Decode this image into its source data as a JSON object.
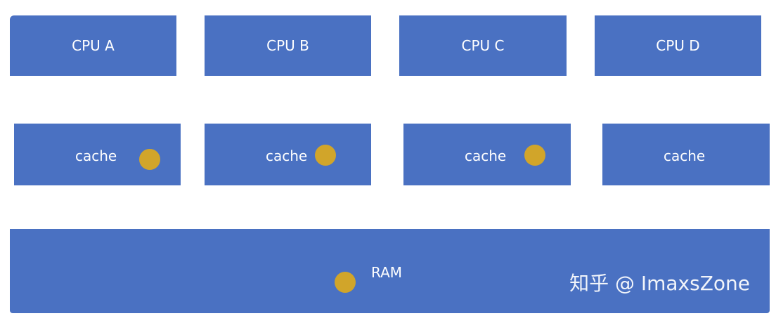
{
  "cpus": [
    {
      "label": "CPU A"
    },
    {
      "label": "CPU B"
    },
    {
      "label": "CPU C"
    },
    {
      "label": "CPU D"
    }
  ],
  "caches": [
    {
      "label": "cache",
      "has_line": true
    },
    {
      "label": "cache",
      "has_line": true
    },
    {
      "label": "cache",
      "has_line": true
    },
    {
      "label": "cache",
      "has_line": false
    }
  ],
  "ram": {
    "label": "RAM",
    "has_line": true
  },
  "watermark": "知乎 @ ImaxsZone",
  "colors": {
    "box": "#4a71c2",
    "data_dot": "#d1a52a",
    "text": "#ffffff"
  }
}
